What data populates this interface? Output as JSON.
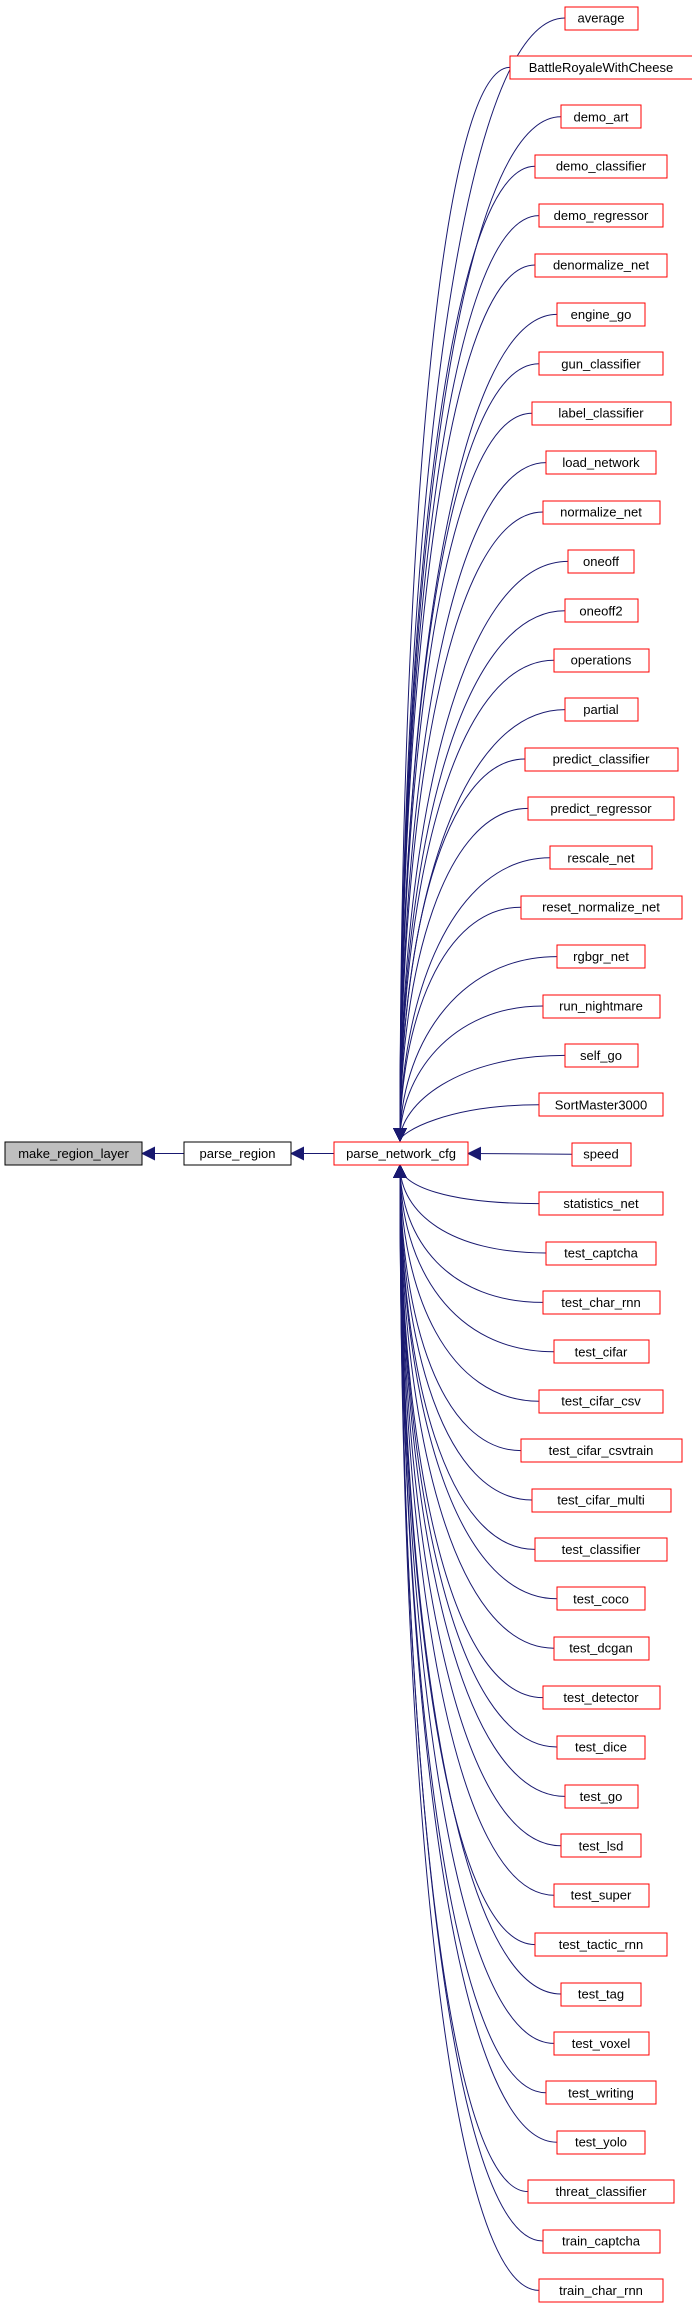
{
  "colors": {
    "background": "#ffffff",
    "edge": "#191970",
    "node_border": "#ff0000",
    "root_border": "#000000",
    "root_fill": "#bfbfbf",
    "node_fill": "#ffffff",
    "text": "#000000"
  },
  "root": {
    "label": "make_region_layer"
  },
  "chain": [
    {
      "label": "parse_region"
    },
    {
      "label": "parse_network_cfg"
    }
  ],
  "callers": [
    "average",
    "BattleRoyaleWithCheese",
    "demo_art",
    "demo_classifier",
    "demo_regressor",
    "denormalize_net",
    "engine_go",
    "gun_classifier",
    "label_classifier",
    "load_network",
    "normalize_net",
    "oneoff",
    "oneoff2",
    "operations",
    "partial",
    "predict_classifier",
    "predict_regressor",
    "rescale_net",
    "reset_normalize_net",
    "rgbgr_net",
    "run_nightmare",
    "self_go",
    "SortMaster3000",
    "speed",
    "statistics_net",
    "test_captcha",
    "test_char_rnn",
    "test_cifar",
    "test_cifar_csv",
    "test_cifar_csvtrain",
    "test_cifar_multi",
    "test_classifier",
    "test_coco",
    "test_dcgan",
    "test_detector",
    "test_dice",
    "test_go",
    "test_lsd",
    "test_super",
    "test_tactic_rnn",
    "test_tag",
    "test_voxel",
    "test_writing",
    "test_yolo",
    "threat_classifier",
    "train_captcha",
    "train_char_rnn"
  ]
}
